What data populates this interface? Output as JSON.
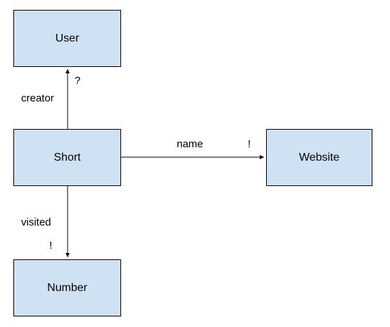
{
  "nodes": {
    "user": "User",
    "short": "Short",
    "website": "Website",
    "number": "Number"
  },
  "edges": {
    "creator": {
      "label": "creator",
      "cardinality": "?"
    },
    "name": {
      "label": "name",
      "cardinality": "!"
    },
    "visited": {
      "label": "visited",
      "cardinality": "!"
    }
  },
  "colors": {
    "node_fill": "#cfe2f3",
    "stroke": "#000000"
  }
}
